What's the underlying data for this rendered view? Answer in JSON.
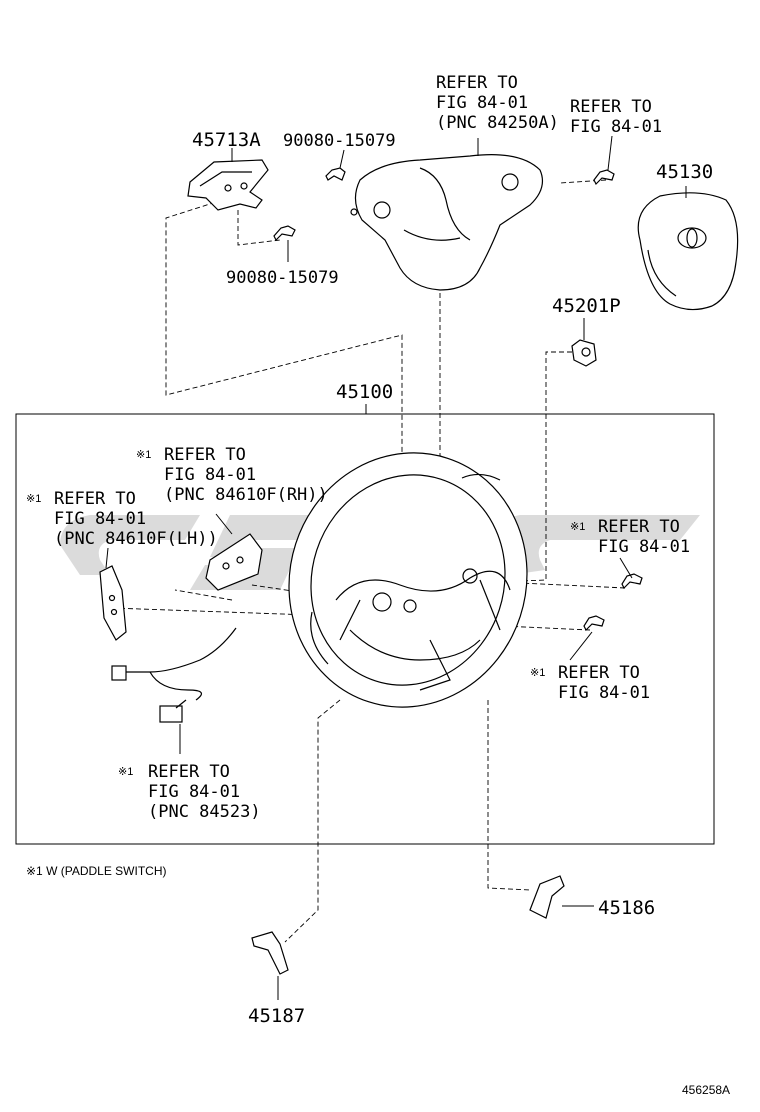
{
  "diagram": {
    "watermark_text": "CSSC",
    "ref_mark": "※1",
    "labels": {
      "p45713A": "45713A",
      "bolt_top": "90080-15079",
      "bolt_bottom": "90080-15079",
      "ref_84250A": [
        "REFER TO",
        "FIG 84-01",
        "(PNC 84250A)"
      ],
      "ref_topright": [
        "REFER TO",
        "FIG 84-01"
      ],
      "p45130": "45130",
      "p45201P": "45201P",
      "p45100": "45100",
      "ref_rh": [
        "REFER TO",
        "FIG 84-01",
        "(PNC 84610F(RH))"
      ],
      "ref_lh": [
        "REFER TO",
        "FIG 84-01",
        "(PNC 84610F(LH))"
      ],
      "ref_right1": [
        "REFER TO",
        "FIG 84-01"
      ],
      "ref_right2": [
        "REFER TO",
        "FIG 84-01"
      ],
      "ref_84523": [
        "REFER TO",
        "FIG 84-01",
        "(PNC 84523)"
      ],
      "note": "※1 W (PADDLE SWITCH)",
      "p45186": "45186",
      "p45187": "45187",
      "figure_id": "456258A"
    }
  }
}
